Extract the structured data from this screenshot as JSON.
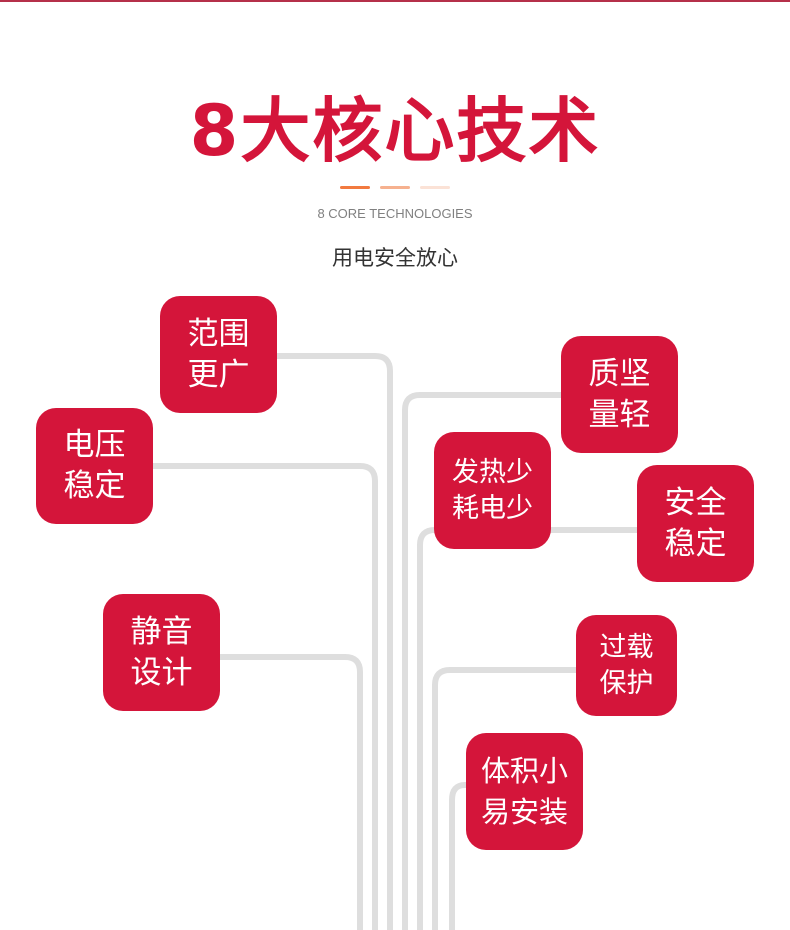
{
  "header": {
    "title": "8大核心技术",
    "subtitle_en": "8 CORE TECHNOLOGIES",
    "subtitle_cn": "用电安全放心",
    "dash_colors": [
      "#f27a3f",
      "#f6b18f",
      "#fbe2d6"
    ]
  },
  "colors": {
    "accent": "#d4153a",
    "line": "#dedede"
  },
  "features": [
    {
      "line1": "范围",
      "line2": "更广"
    },
    {
      "line1": "电压",
      "line2": "稳定"
    },
    {
      "line1": "静音",
      "line2": "设计"
    },
    {
      "line1": "质坚",
      "line2": "量轻"
    },
    {
      "line1": "发热少",
      "line2": "耗电少"
    },
    {
      "line1": "安全",
      "line2": "稳定"
    },
    {
      "line1": "过载",
      "line2": "保护"
    },
    {
      "line1": "体积小",
      "line2": "易安装"
    }
  ]
}
